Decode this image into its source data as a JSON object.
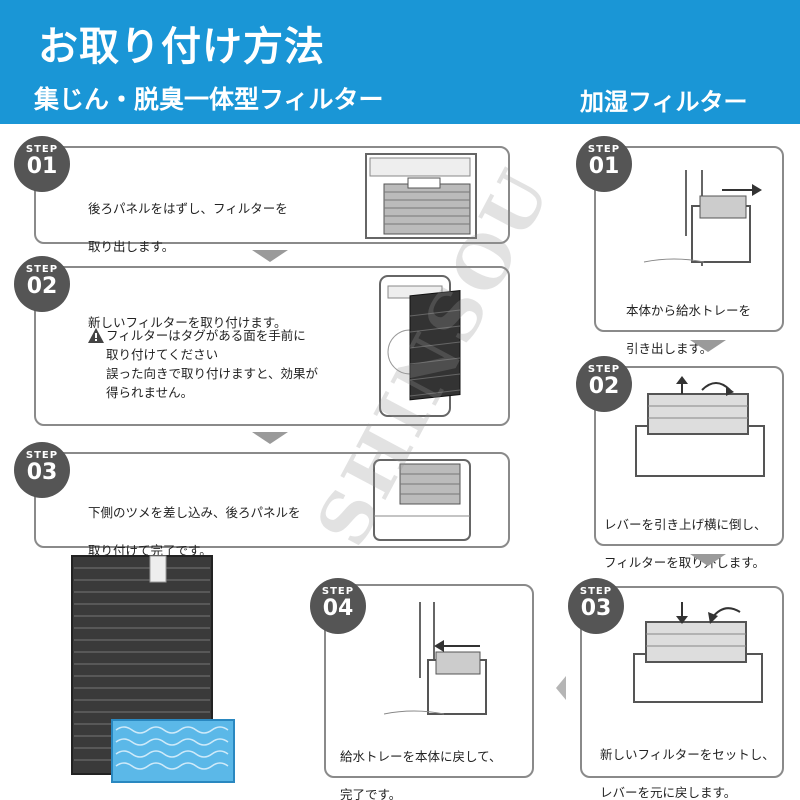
{
  "header": {
    "title": "お取り付け方法",
    "left_subtitle": "集じん・脱臭一体型フィルター",
    "right_subtitle": "加湿フィルター"
  },
  "step_label": "STEP",
  "left_steps": [
    {
      "num": "01",
      "lines": [
        "後ろパネルをはずし、フィルターを",
        "取り出します。"
      ]
    },
    {
      "num": "02",
      "lines": [
        "新しいフィルターを取り付けます。"
      ],
      "warning": [
        "フィルターはタグがある面を手前に",
        "取り付けてください",
        "誤った向きで取り付けますと、効果が",
        "得られません。"
      ]
    },
    {
      "num": "03",
      "lines": [
        "下側のツメを差し込み、後ろパネルを",
        "取り付けて完了です。"
      ]
    }
  ],
  "right_steps": [
    {
      "num": "01",
      "lines": [
        "本体から給水トレーを",
        "引き出します。"
      ]
    },
    {
      "num": "02",
      "lines": [
        "レバーを引き上げ横に倒し、",
        "フィルターを取り外します。"
      ]
    },
    {
      "num": "03",
      "lines": [
        "新しいフィルターをセットし、",
        "レバーを元に戻します。"
      ]
    },
    {
      "num": "04",
      "lines": [
        "給水トレーを本体に戻して、",
        "完了です。"
      ]
    }
  ],
  "watermark": "SHINSOU",
  "colors": {
    "header_blue": "#1a96d6",
    "badge_gray": "#555555",
    "border_gray": "#8a8a8a",
    "filter_blue": "#5bb8e8"
  }
}
